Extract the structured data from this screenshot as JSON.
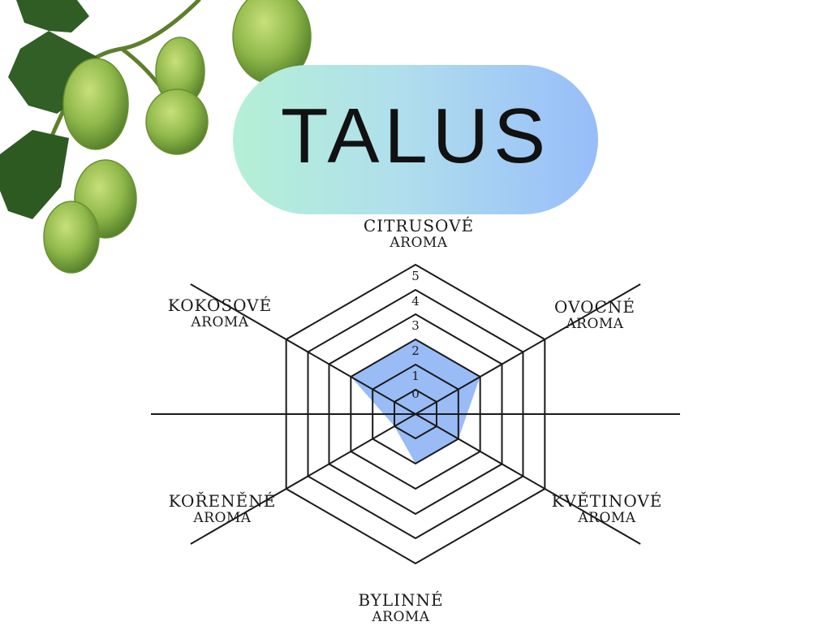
{
  "title": "TALUS",
  "colors": {
    "fill": "#99bcf6",
    "line": "#1a1a1a",
    "pill_gradient": [
      "#b4f0d6",
      "#b0dfec",
      "#97bdfa"
    ]
  },
  "decoration": "hop-cones-and-leaves",
  "chart_data": {
    "type": "radar",
    "title": "TALUS",
    "scale": [
      0,
      1,
      2,
      3,
      4,
      5
    ],
    "axes": [
      {
        "l1": "CITRUSOVÉ",
        "l2": "AROMA",
        "value": 2
      },
      {
        "l1": "OVOCNÉ",
        "l2": "AROMA",
        "value": 2
      },
      {
        "l1": "KVĚTINOVÉ",
        "l2": "AROMA",
        "value": 1
      },
      {
        "l1": "BYLINNÉ",
        "l2": "AROMA",
        "value": 1
      },
      {
        "l1": "KOŘENĚNÉ",
        "l2": "AROMA",
        "value": 0
      },
      {
        "l1": "KOKOSOVÉ",
        "l2": "AROMA",
        "value": 2
      }
    ]
  }
}
